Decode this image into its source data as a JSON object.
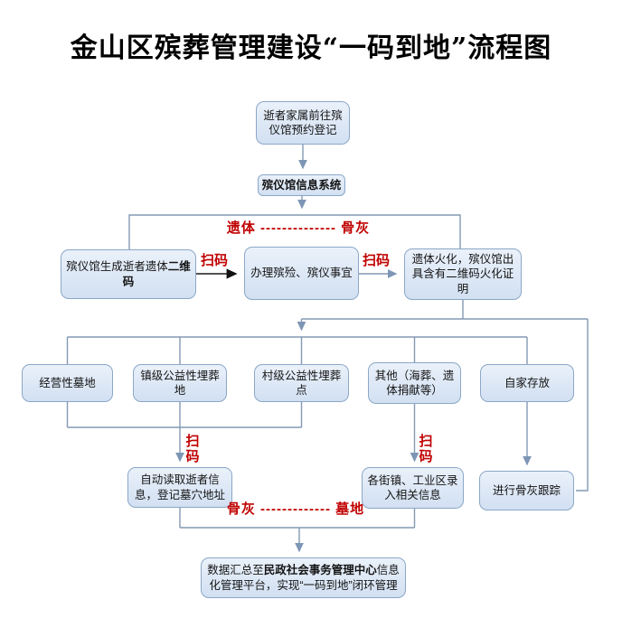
{
  "title": "金山区殡葬管理建设“一码到地”流程图",
  "flowchart": {
    "nodes": {
      "family_register": "逝者家属前往殡仪馆预约登记",
      "funeral_home_system": "殡仪馆信息系统",
      "generate_qrcode_pre": "殡仪馆生成逝者遗体",
      "generate_qrcode_bold": "二维码",
      "handle_funeral": "办理殡殓、殡仪事宜",
      "cremation_certificate": "遗体火化，殡仪馆出具含有二维码火化证明",
      "commercial_cemetery": "经营性墓地",
      "town_public_cemetery": "镇级公益性埋葬地",
      "village_public_cemetery": "村级公益性埋葬点",
      "other_burial": "其他（海葬、遗体捐献等）",
      "home_storage": "自家存放",
      "auto_read_info": "自动读取逝者信息，登记墓穴地址",
      "street_town_entry": "各街镇、工业区录入相关信息",
      "ash_tracking": "进行骨灰跟踪",
      "summary_pre": "数据汇总至",
      "summary_bold": "民政社会事务管理中心",
      "summary_post": "信息化管理平台，实现“一码到地”闭环管理"
    },
    "labels": {
      "scan_code_1": "扫码",
      "scan_code_2": "扫码",
      "scan_code_3": "扫码",
      "scan_code_4": "扫码",
      "body_to_ash": "遗体 -------------- 骨灰",
      "ash_to_cemetery": "骨灰 ------------- 墓地"
    },
    "colors": {
      "node_fill": "#d9e4f3",
      "node_border": "#8ba7c7",
      "connector": "#8399b4",
      "black_arrow": "#1a1a1a",
      "accent_red": "#c00000"
    }
  }
}
